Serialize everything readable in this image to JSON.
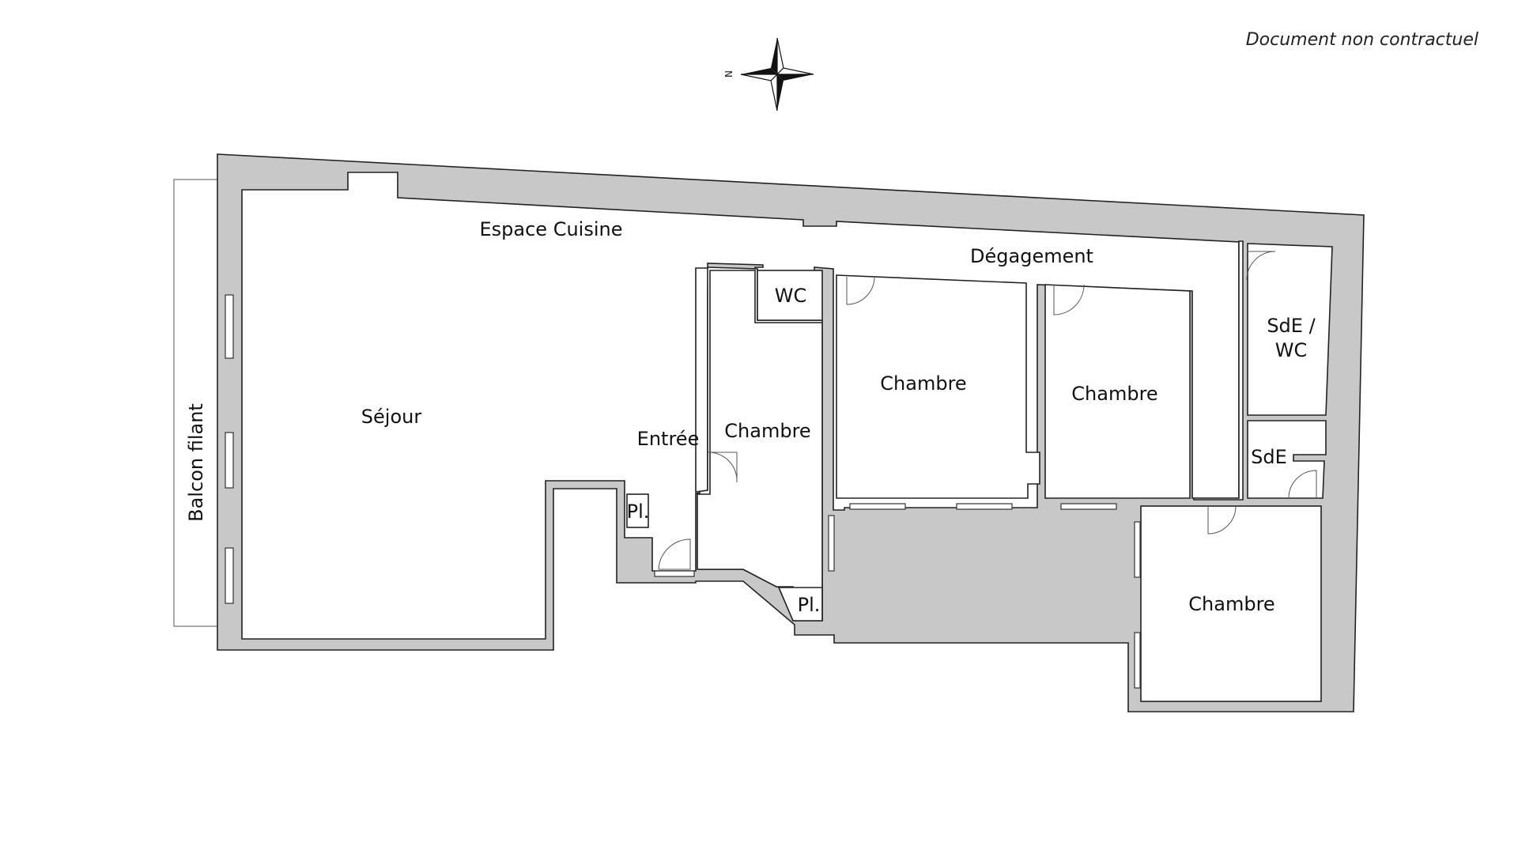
{
  "disclaimer": "Document non contractuel",
  "compass": {
    "north_label": "N"
  },
  "rooms": {
    "balcon": "Balcon filant",
    "espace_cuisine": "Espace Cuisine",
    "sejour": "Séjour",
    "entree": "Entrée",
    "wc": "WC",
    "placard_1": "Pl.",
    "placard_2": "Pl.",
    "chambre_1": "Chambre",
    "chambre_2": "Chambre",
    "chambre_3": "Chambre",
    "chambre_4": "Chambre",
    "degagement": "Dégagement",
    "sde_wc_line1": "SdE /",
    "sde_wc_line2": "WC",
    "sde": "SdE"
  }
}
